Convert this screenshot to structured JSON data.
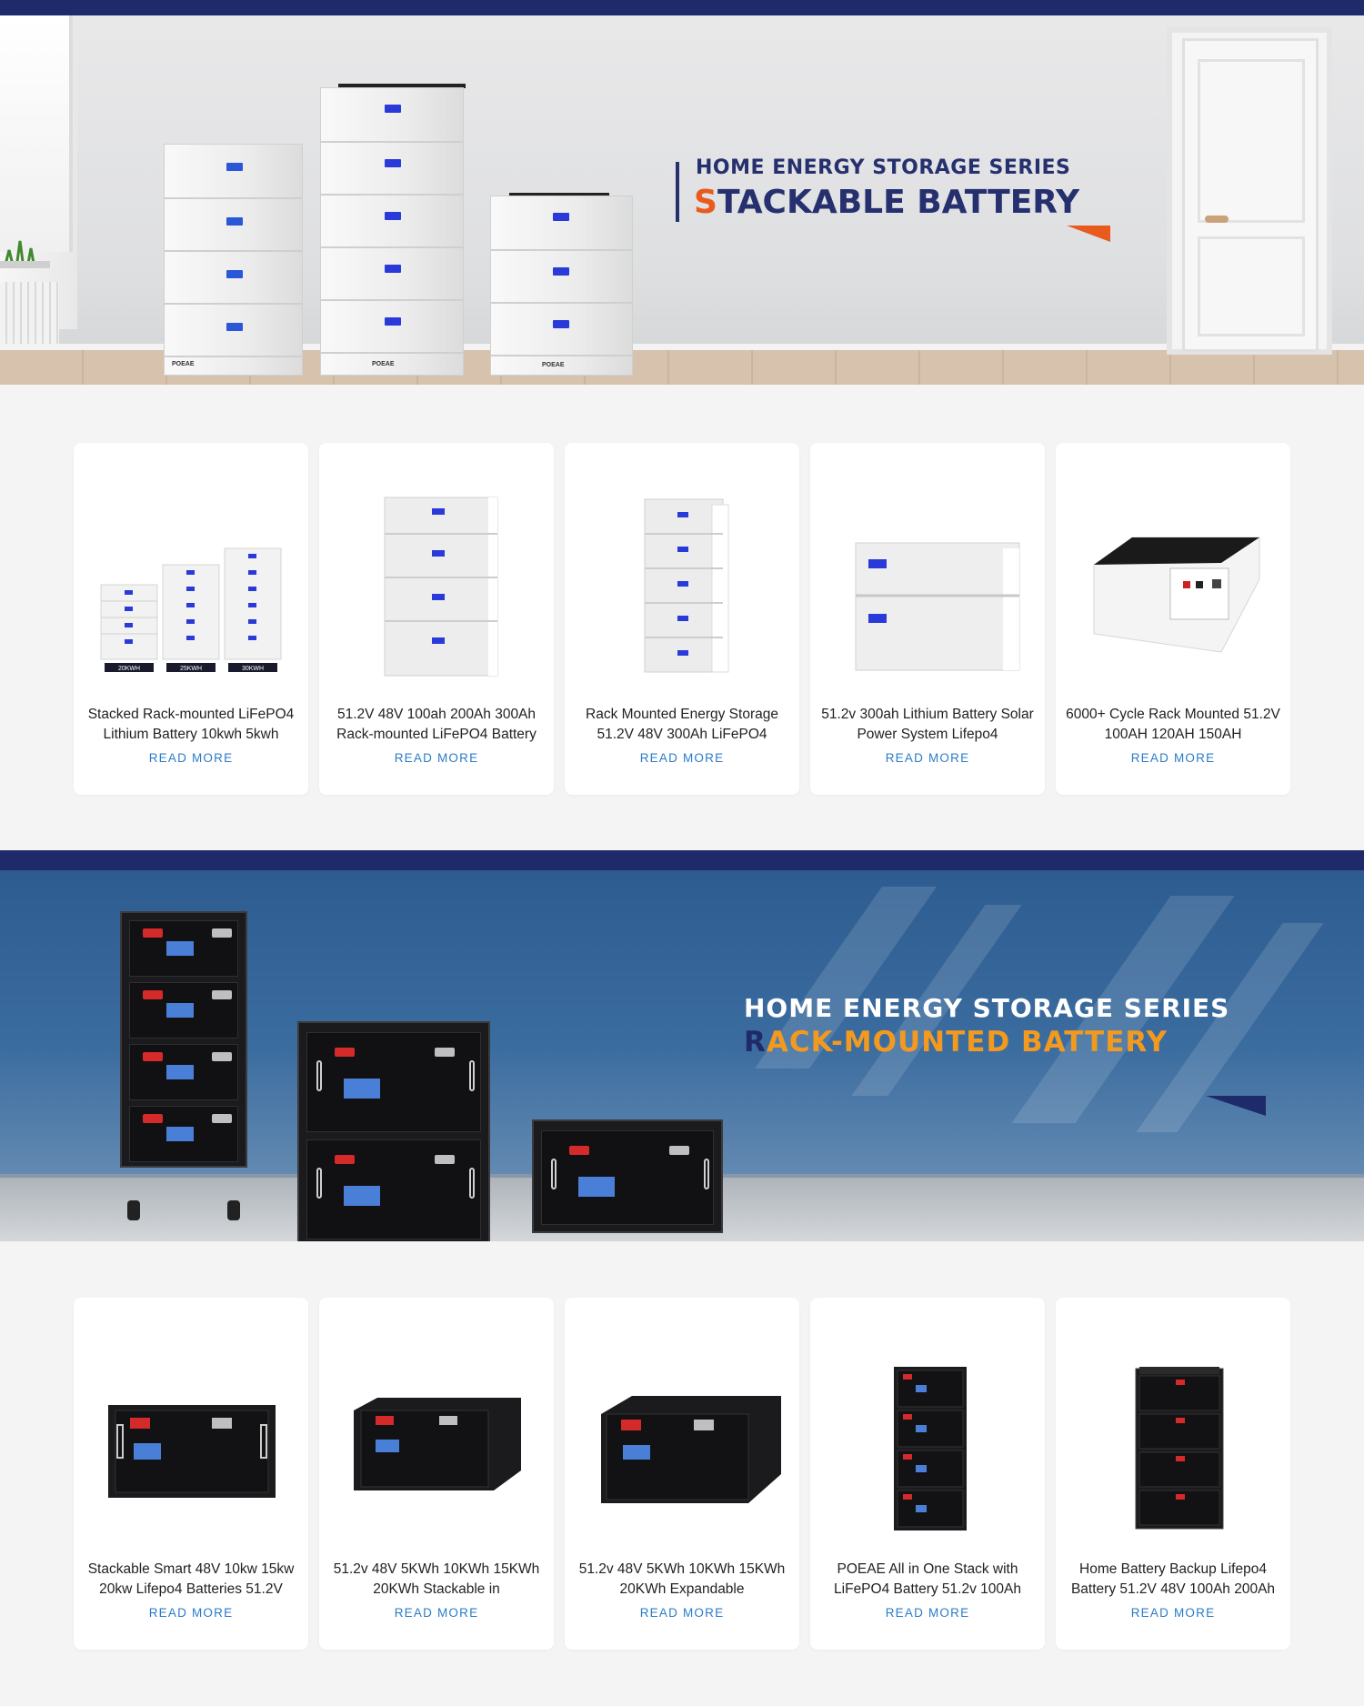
{
  "banner_stackable": {
    "line1": "HOME ENERGY STORAGE SERIES",
    "line2_accent": "S",
    "line2_rest": "TACKABLE BATTERY",
    "brand_mark": "POEAE",
    "accent_color": "#e95a1d",
    "primary_color": "#26306e"
  },
  "stackable_products": [
    {
      "title": "Stacked Rack-mounted LiFePO4 Lithium Battery 10kwh 5kwh",
      "link": "READ MORE",
      "capacity_labels": [
        "20KWH",
        "25KWH",
        "30KWH"
      ]
    },
    {
      "title": "51.2V 48V 100ah 200Ah 300Ah Rack-mounted LiFePO4 Battery",
      "link": "READ MORE"
    },
    {
      "title": "Rack Mounted Energy Storage 51.2V 48V 300Ah LiFePO4",
      "link": "READ MORE"
    },
    {
      "title": "51.2v 300ah Lithium Battery Solar Power System Lifepo4",
      "link": "READ MORE"
    },
    {
      "title": "6000+ Cycle Rack Mounted 51.2V 100AH 120AH 150AH",
      "link": "READ MORE"
    }
  ],
  "banner_rack": {
    "line1": "HOME ENERGY STORAGE SERIES",
    "line2_accent": "R",
    "line2_rest": "ACK-MOUNTED BATTERY",
    "accent_color": "#f29a1f",
    "primary_color": "#1f2a6b"
  },
  "rack_products": [
    {
      "title": "Stackable Smart 48V 10kw 15kw 20kw Lifepo4 Batteries 51.2V",
      "link": "READ MORE"
    },
    {
      "title": "51.2v 48V 5KWh 10KWh 15KWh 20KWh Stackable in",
      "link": "READ MORE"
    },
    {
      "title": "51.2v 48V 5KWh 10KWh 15KWh 20KWh Expandable",
      "link": "READ MORE"
    },
    {
      "title": "POEAE All in One Stack with LiFePO4 Battery 51.2v 100Ah",
      "link": "READ MORE"
    },
    {
      "title": "Home Battery Backup Lifepo4 Battery 51.2V 48V 100Ah 200Ah",
      "link": "READ MORE"
    }
  ],
  "link_color": "#2a7bc8"
}
